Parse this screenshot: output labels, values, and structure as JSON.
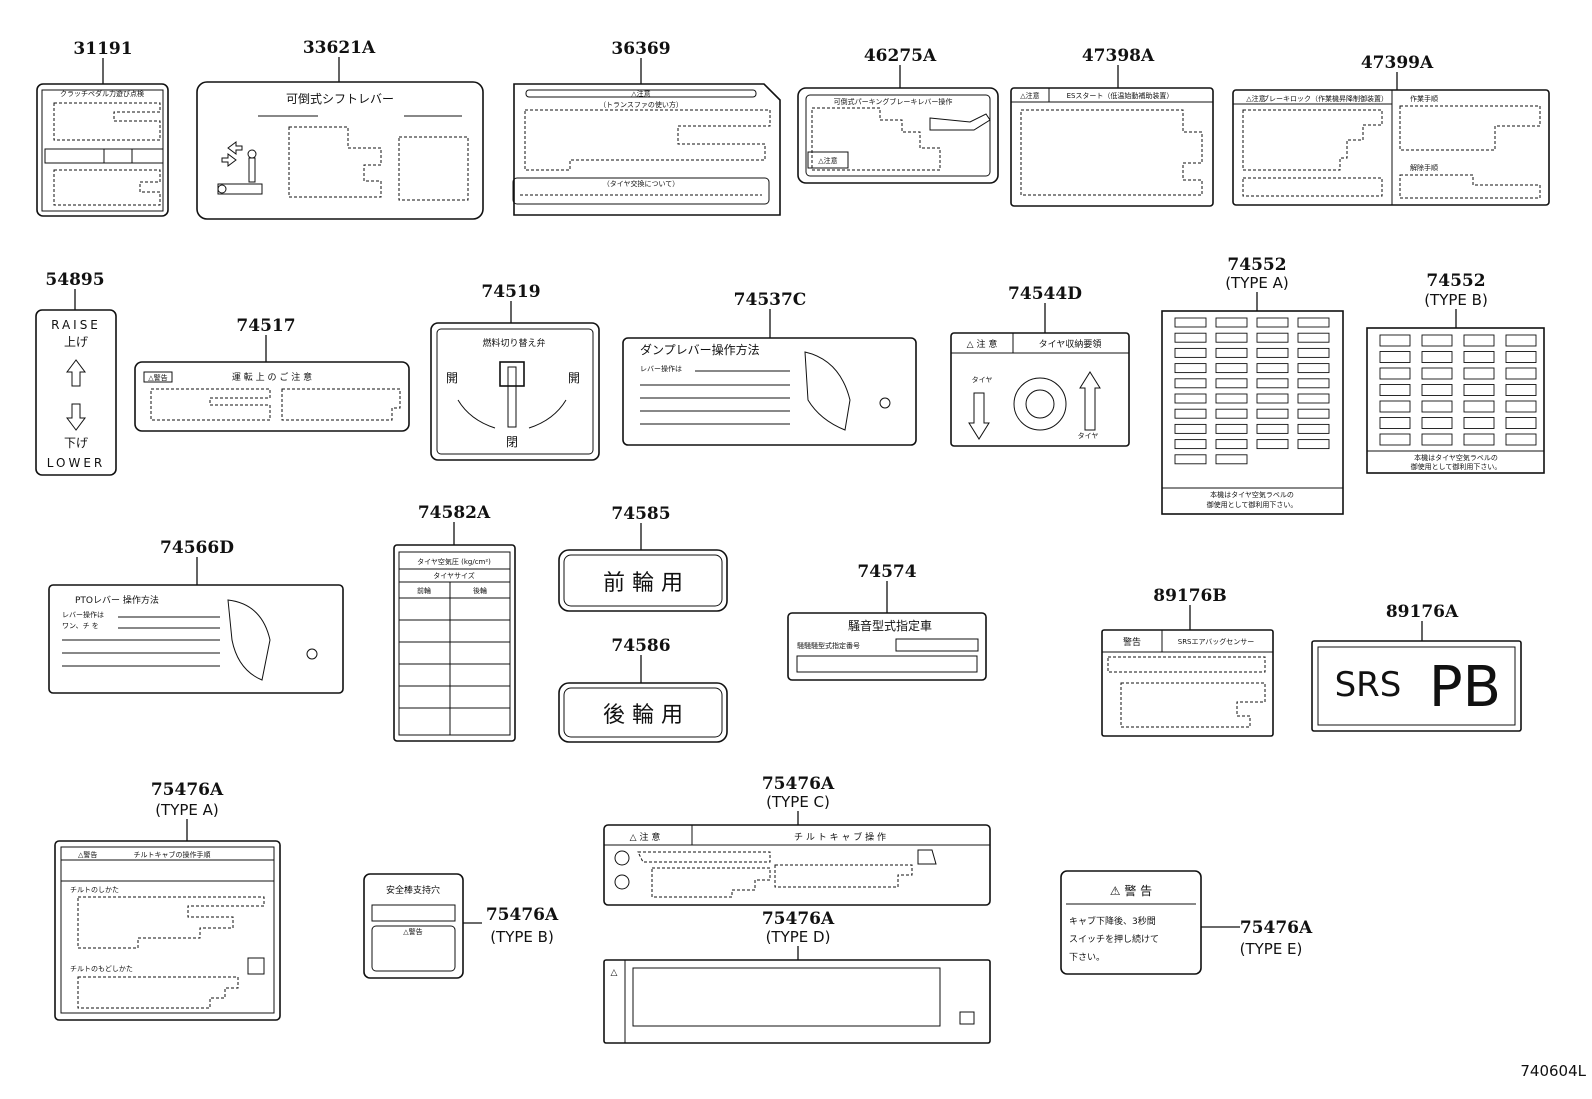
{
  "drawing_id": "740604L",
  "parts": {
    "p31191": {
      "number": "31191",
      "text1": "クラッチペダル力遊び点検"
    },
    "p33621A": {
      "number": "33621A",
      "title": "可倒式シフトレバー"
    },
    "p36369": {
      "number": "36369",
      "text1": "△注意",
      "text2": "（トランスファの使い方）",
      "text3": "（タイヤ交換について）"
    },
    "p46275A": {
      "number": "46275A",
      "text1": "可倒式パーキングブレーキレバー操作",
      "warn": "△注意"
    },
    "p47398A": {
      "number": "47398A",
      "warn": "△注意",
      "text1": "ESスタート（低温始動補助装置）"
    },
    "p47399A": {
      "number": "47399A",
      "warn": "△注意",
      "text1": "ブレーキロック（作業機昇降制御装置）",
      "text2": "作業手順",
      "text3": "解除手順"
    },
    "p54895": {
      "number": "54895",
      "raise": "RAISE",
      "up": "上げ",
      "down": "下げ",
      "lower": "LOWER"
    },
    "p74517": {
      "number": "74517",
      "warn": "△警告",
      "text1": "運 転 上 の ご 注 意"
    },
    "p74519": {
      "number": "74519",
      "title": "燃料切り替え弁",
      "open": "開",
      "close": "閉"
    },
    "p74537C": {
      "number": "74537C",
      "title": "ダンプレバー操作方法",
      "text1": "レバー操作は"
    },
    "p74544D": {
      "number": "74544D",
      "warn": "△ 注 意",
      "text1": "タイヤ収納要領",
      "tire": "タイヤ"
    },
    "p74552A": {
      "number": "74552",
      "type": "(TYPE A)",
      "foot1": "本機はタイヤ空気ラベルの",
      "foot2": "御使用として御利用下さい。"
    },
    "p74552B": {
      "number": "74552",
      "type": "(TYPE B)",
      "foot1": "本機はタイヤ空気ラベルの",
      "foot2": "御使用として御利用下さい。"
    },
    "p74566D": {
      "number": "74566D",
      "title": "PTOレバー 操作方法",
      "text1": "レバー操作は",
      "text2": "ワン、チ を"
    },
    "p74582A": {
      "number": "74582A",
      "title": "タイヤ空気圧 (kg/cm²)",
      "sub": "タイヤサイズ",
      "col1": "前輪",
      "col2": "後輪"
    },
    "p74585": {
      "number": "74585",
      "text": "前 輪 用"
    },
    "p74586": {
      "number": "74586",
      "text": "後 輪 用"
    },
    "p74574": {
      "number": "74574",
      "title": "騒音型式指定車",
      "text1": "騒騒騒型式指定番号"
    },
    "p89176B": {
      "number": "89176B",
      "warn": "警告",
      "text1": "SRSエアバッグセンサー"
    },
    "p89176A": {
      "number": "89176A",
      "srs": "SRS",
      "pb": "PB"
    },
    "p75476A_A": {
      "number": "75476A",
      "type": "(TYPE A)",
      "warn": "△警告",
      "text1": "チルトキャブの操作手順",
      "text2": "チルトのしかた",
      "text3": "チルトのもどしかた"
    },
    "p75476A_B": {
      "number": "75476A",
      "type": "(TYPE B)",
      "title": "安全棒支持穴",
      "warn": "△警告"
    },
    "p75476A_C": {
      "number": "75476A",
      "type": "(TYPE C)",
      "warn": "△ 注 意",
      "text1": "チ ル ト キ ャ ブ 操 作"
    },
    "p75476A_D": {
      "number": "75476A",
      "type": "(TYPE D)",
      "warn": "△"
    },
    "p75476A_E": {
      "number": "75476A",
      "type": "(TYPE E)",
      "warn": "⚠ 警 告",
      "line1": "キャブ下降後、3秒間",
      "line2": "スイッチを押し続けて",
      "line3": "下さい。"
    }
  }
}
